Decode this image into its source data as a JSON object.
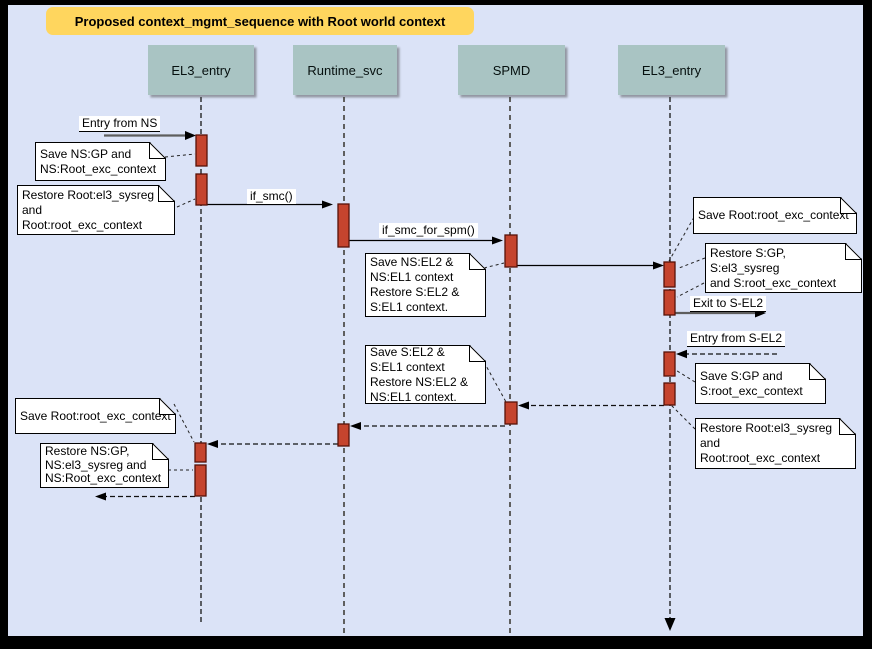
{
  "title": "Proposed context_mgmt_sequence with Root world context",
  "lifelines": [
    {
      "label": "EL3_entry"
    },
    {
      "label": "Runtime_svc"
    },
    {
      "label": "SPMD"
    },
    {
      "label": "EL3_entry"
    }
  ],
  "messages": [
    {
      "label": "Entry from NS"
    },
    {
      "label": "if_smc()"
    },
    {
      "label": "if_smc_for_spm()"
    },
    {
      "label": "Exit to S-EL2"
    },
    {
      "label": "Entry from S-EL2"
    }
  ],
  "notes": [
    {
      "text": "Save NS:GP and\nNS:Root_exc_context"
    },
    {
      "text": "Restore Root:el3_sysreg\nand\nRoot:root_exc_context"
    },
    {
      "text": "Save NS:EL2 &\nNS:EL1 context\nRestore S:EL2 &\nS:EL1 context."
    },
    {
      "text": "Save Root:root_exc_context"
    },
    {
      "text": "Restore S:GP, S:el3_sysreg\nand S:root_exc_context"
    },
    {
      "text": "Save S:EL2 &\nS:EL1 context\nRestore NS:EL2 &\nNS:EL1 context."
    },
    {
      "text": "Save S:GP and\nS:root_exc_context"
    },
    {
      "text": "Restore Root:el3_sysreg\nand\nRoot:root_exc_context"
    },
    {
      "text": "Save Root:root_exc_context"
    },
    {
      "text": "Restore NS:GP,\nNS:el3_sysreg and\nNS:Root_exc_context"
    }
  ],
  "colors": {
    "background": "#dbe3f7",
    "frame": "#000000",
    "title_fill": "#ffd65e",
    "header_fill": "#a9c4c3",
    "activation_fill": "#c5442e",
    "activation_border": "#571208",
    "note_fill": "#ffffff"
  }
}
